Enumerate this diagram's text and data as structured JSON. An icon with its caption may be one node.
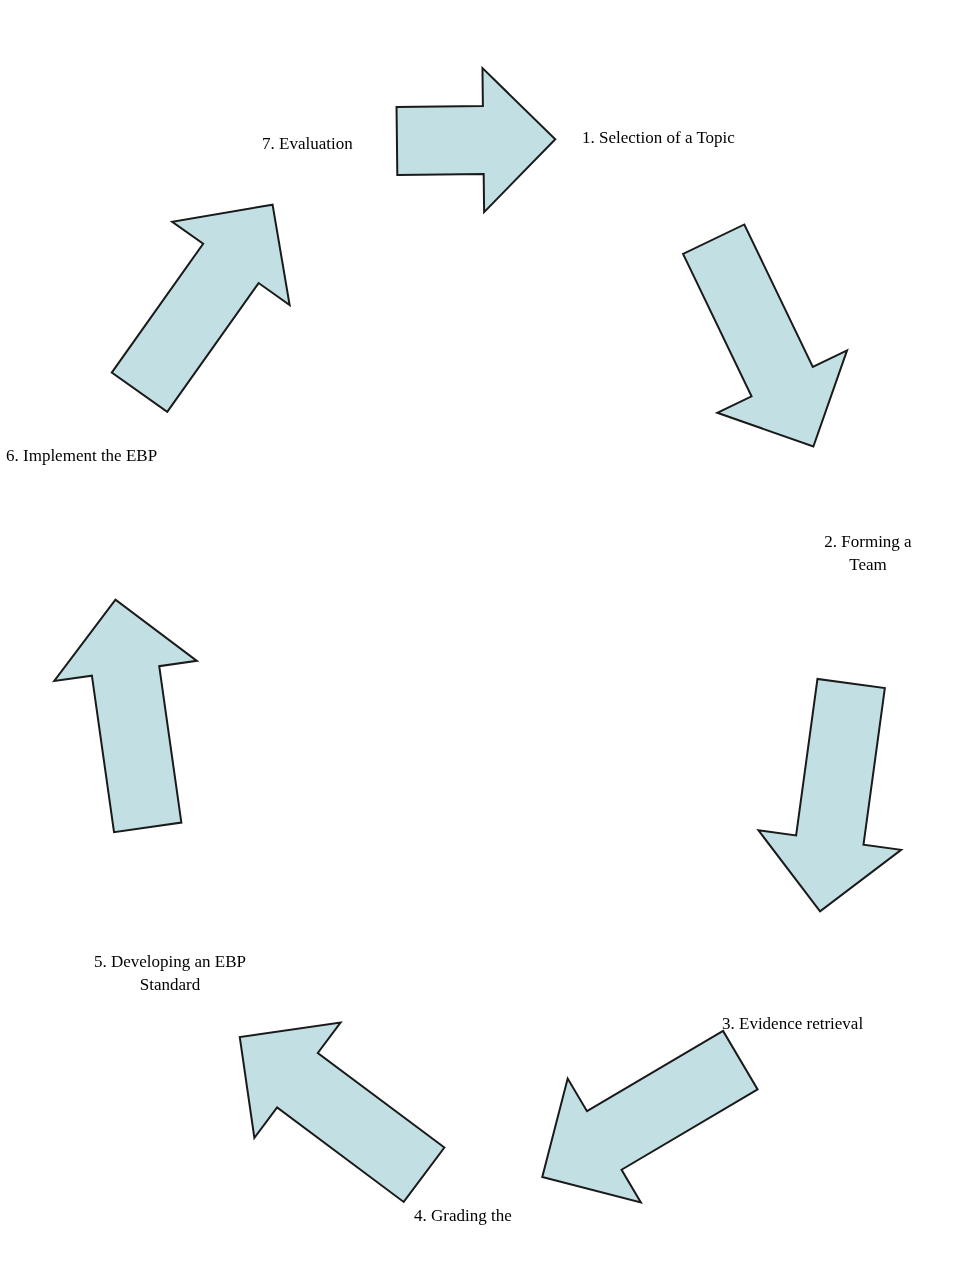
{
  "diagram": {
    "nodes": [
      {
        "text": [
          "1. Selection of a Topic"
        ]
      },
      {
        "text": [
          "2. Forming a Team"
        ]
      },
      {
        "text": [
          "3. Evidence retrieval"
        ]
      },
      {
        "text": [
          "4. Grading the"
        ]
      },
      {
        "text": [
          "5. Developing an EBP Standard"
        ]
      },
      {
        "text": [
          "6. Implement the EBP"
        ]
      },
      {
        "text": [
          "7. Evaluation"
        ]
      }
    ],
    "edges": [
      {
        "from": 6,
        "to": 0,
        "arrow": "to"
      },
      {
        "from": 0,
        "to": 1,
        "arrow": "to"
      },
      {
        "from": 1,
        "to": 2,
        "arrow": "to"
      },
      {
        "from": 2,
        "to": 3,
        "arrow": "to"
      },
      {
        "from": 3,
        "to": 4,
        "arrow": "to"
      },
      {
        "from": 4,
        "to": 5,
        "arrow": "to"
      },
      {
        "from": 5,
        "to": 6,
        "arrow": "to"
      }
    ]
  }
}
